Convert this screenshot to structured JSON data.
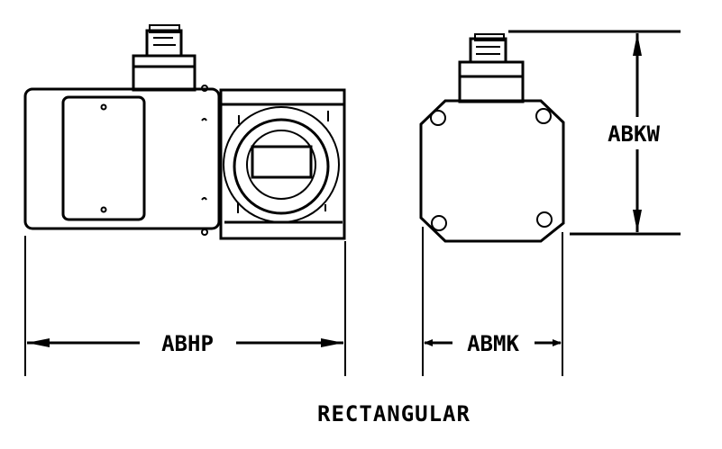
{
  "dimensions": {
    "width_label": "ABHP",
    "depth_label": "ABMK",
    "height_label": "ABKW"
  },
  "caption": "RECTANGULAR"
}
